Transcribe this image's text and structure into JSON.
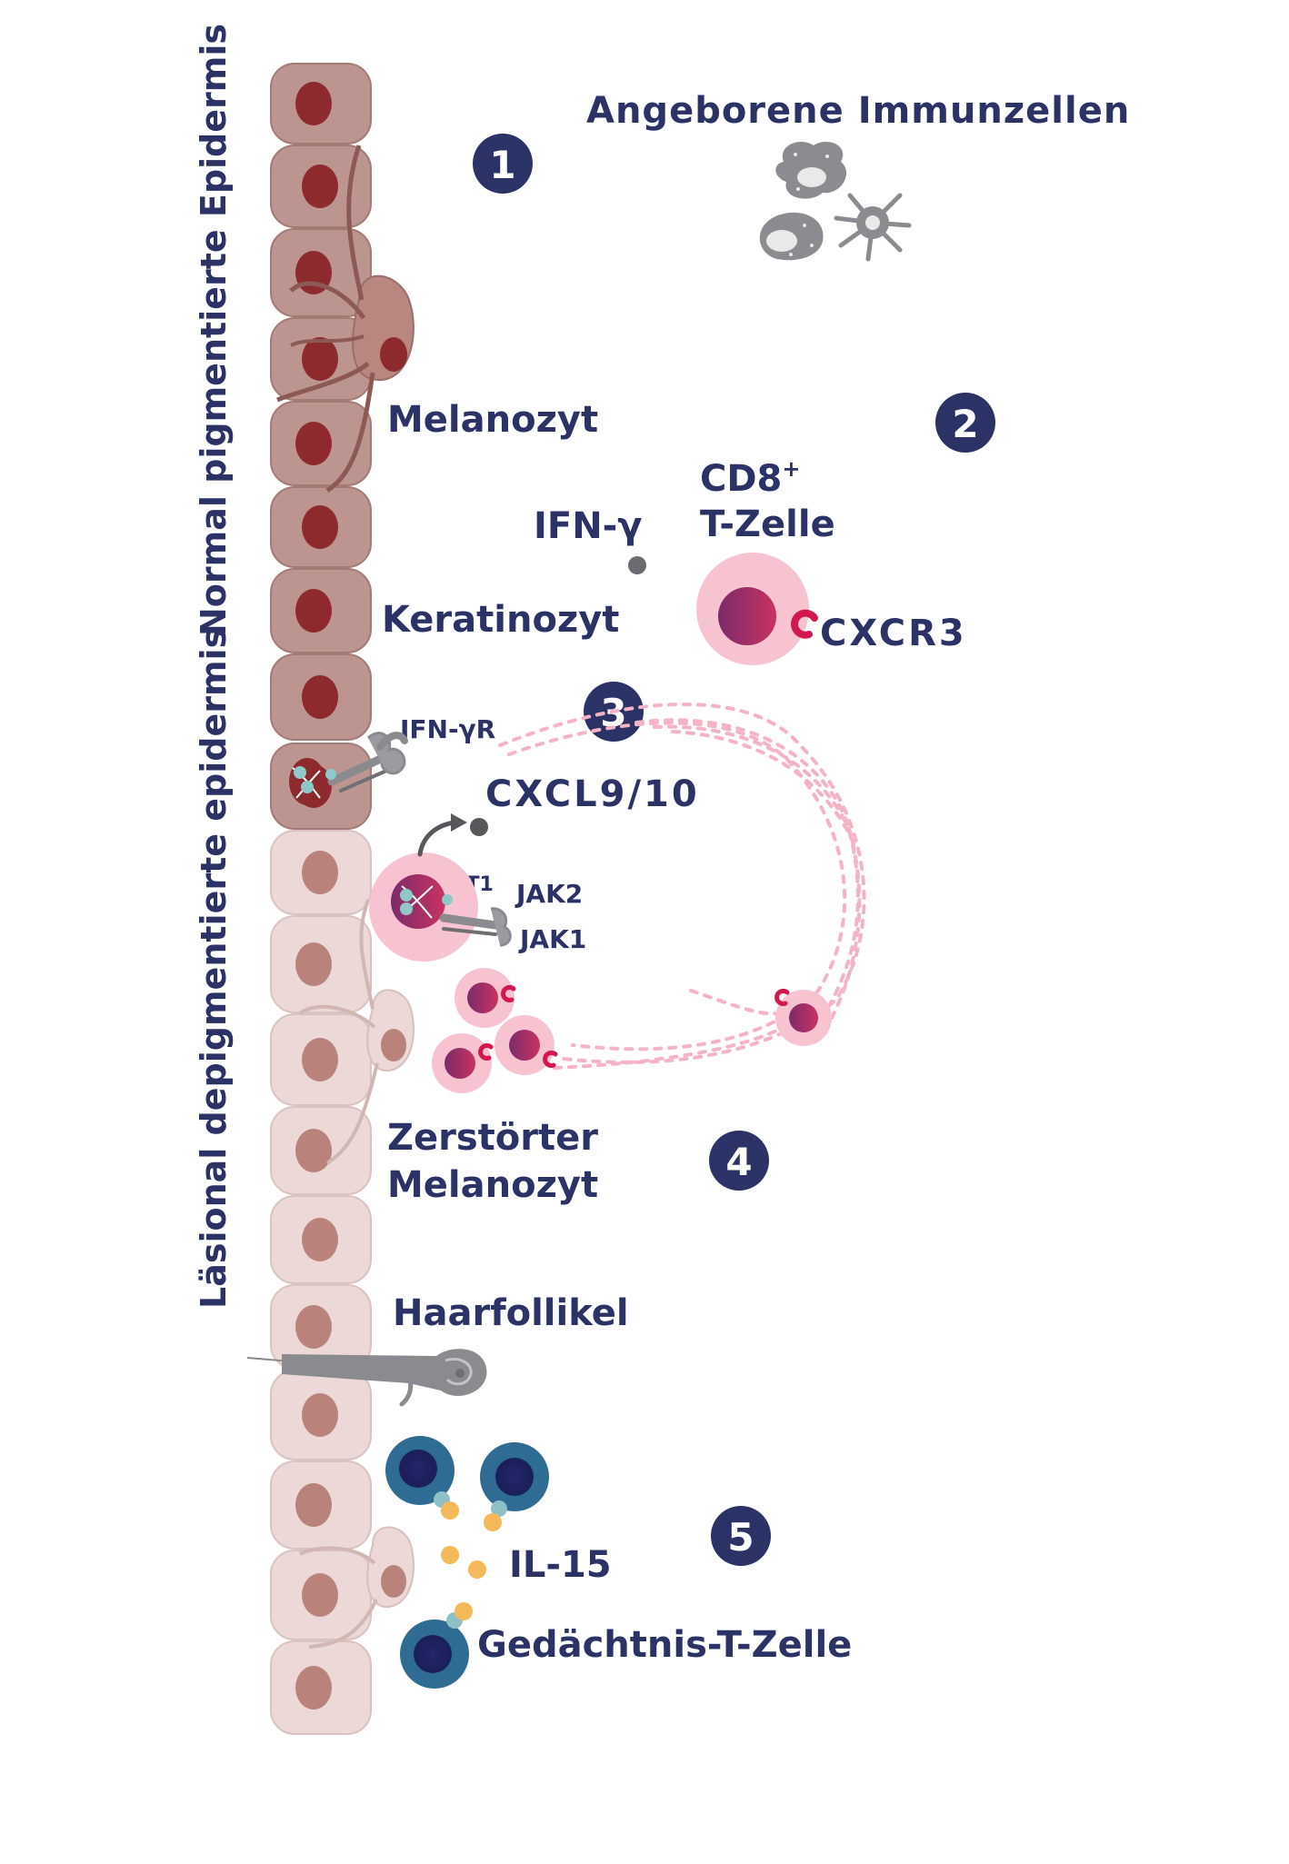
{
  "side_labels": {
    "normal": "Normal pigmentierte Epidermis",
    "lesional": "Läsional depigmentierte epidermis"
  },
  "steps": [
    "1",
    "2",
    "3",
    "4",
    "5"
  ],
  "labels": {
    "innate": "Angeborene Immunzellen",
    "melanocyte": "Melanozyt",
    "keratinocyte": "Keratinozyt",
    "cd8_line1": "CD8",
    "cd8_sup": "+",
    "cd8_line2": "T-Zelle",
    "ifng": "IFN-γ",
    "cxcr3": "CXCR3",
    "ifngr": "IFN-γR",
    "cxcl": "CXCL9/10",
    "stat1": "STAT1",
    "jak2": "JAK2",
    "jak1": "JAK1",
    "destroyed_line1": "Zerstörter",
    "destroyed_line2": "Melanozyt",
    "hair": "Haarfollikel",
    "il15": "IL-15",
    "memory": "Gedächtnis-T-Zelle"
  },
  "colors": {
    "text": "#2b3266",
    "badge": "#2b3266",
    "pigmented_cell": "#bd9590",
    "pigmented_nucleus": "#8c2a2e",
    "depigmented_cell": "#ecd9d7",
    "depigmented_nucleus": "#b9837c",
    "tcell_halo": "#f7c3d0",
    "tcell_nucleus": "#b42a63",
    "cxcr3": "#d3184f",
    "memory_tcell": "#2e6c93",
    "il15": "#f6b959",
    "receptor": "#8a8a8f"
  },
  "icons": [
    "innate-immune-cells-icon",
    "hair-follicle-icon"
  ]
}
